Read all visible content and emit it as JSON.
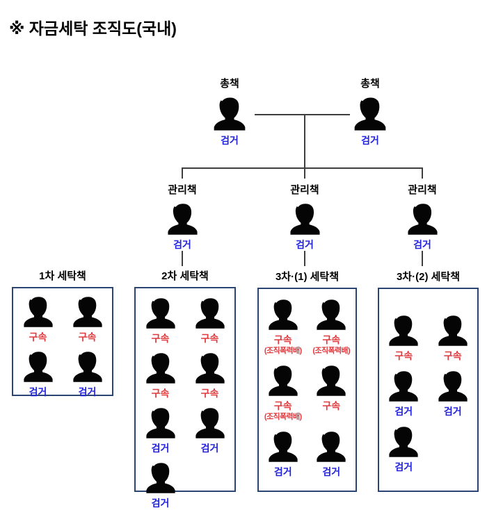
{
  "title": "※ 자금세탁 조직도(국내)",
  "top": {
    "bosses": [
      {
        "role": "총책",
        "status": "검거"
      },
      {
        "role": "총책",
        "status": "검거"
      }
    ],
    "managers": [
      {
        "role": "관리책",
        "status": "검거"
      },
      {
        "role": "관리책",
        "status": "검거"
      },
      {
        "role": "관리책",
        "status": "검거"
      }
    ]
  },
  "boxes": [
    {
      "title": "1차 세탁책",
      "members": [
        {
          "status": "구속"
        },
        {
          "status": "구속"
        },
        {
          "status": "검거"
        },
        {
          "status": "검거"
        }
      ]
    },
    {
      "title": "2차 세탁책",
      "members": [
        {
          "status": "구속"
        },
        {
          "status": "구속"
        },
        {
          "status": "구속"
        },
        {
          "status": "구속"
        },
        {
          "status": "검거"
        },
        {
          "status": "검거"
        },
        {
          "status": "검거"
        }
      ]
    },
    {
      "title": "3차·(1) 세탁책",
      "members": [
        {
          "status": "구속",
          "note": "(조직폭력배)"
        },
        {
          "status": "구속",
          "note": "(조직폭력배)"
        },
        {
          "status": "구속",
          "note": "(조직폭력배)"
        },
        {
          "status": "구속"
        },
        {
          "status": "검거"
        },
        {
          "status": "검거"
        }
      ]
    },
    {
      "title": "3차·(2) 세탁책",
      "members": [
        {
          "status": "구속"
        },
        {
          "status": "구속"
        },
        {
          "status": "검거"
        },
        {
          "status": "검거"
        },
        {
          "status": "검거"
        }
      ]
    }
  ],
  "colors": {
    "detained_red": "#e0393d",
    "arrested_blue": "#2323de",
    "box_border": "#2a4573",
    "connector": "#3e3e3e"
  }
}
